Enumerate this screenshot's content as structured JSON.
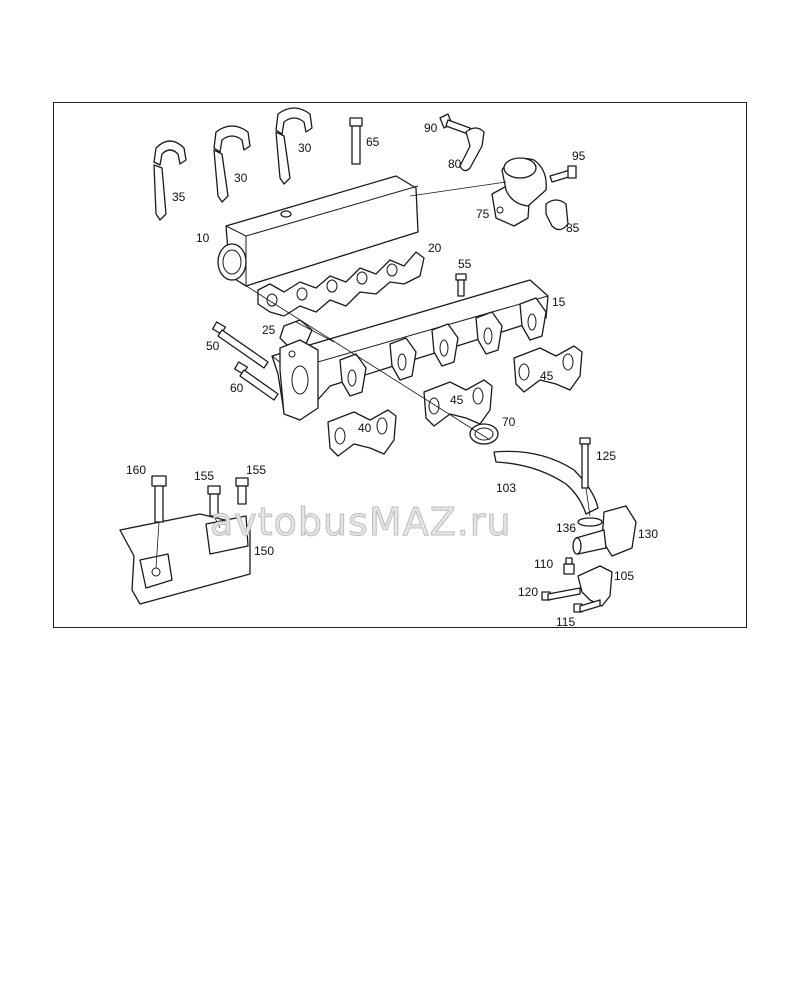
{
  "watermark": "avtobusMAZ.ru",
  "labels": {
    "p10": "10",
    "p15": "15",
    "p20": "20",
    "p25": "25",
    "p30a": "30",
    "p30b": "30",
    "p35": "35",
    "p40": "40",
    "p45a": "45",
    "p45b": "45",
    "p50": "50",
    "p55": "55",
    "p60": "60",
    "p65": "65",
    "p70": "70",
    "p75": "75",
    "p80": "80",
    "p85": "85",
    "p90": "90",
    "p95": "95",
    "p103": "103",
    "p105": "105",
    "p110": "110",
    "p115": "115",
    "p120": "120",
    "p125": "125",
    "p130": "130",
    "p136": "136",
    "p150": "150",
    "p155a": "155",
    "p155b": "155",
    "p160": "160"
  }
}
